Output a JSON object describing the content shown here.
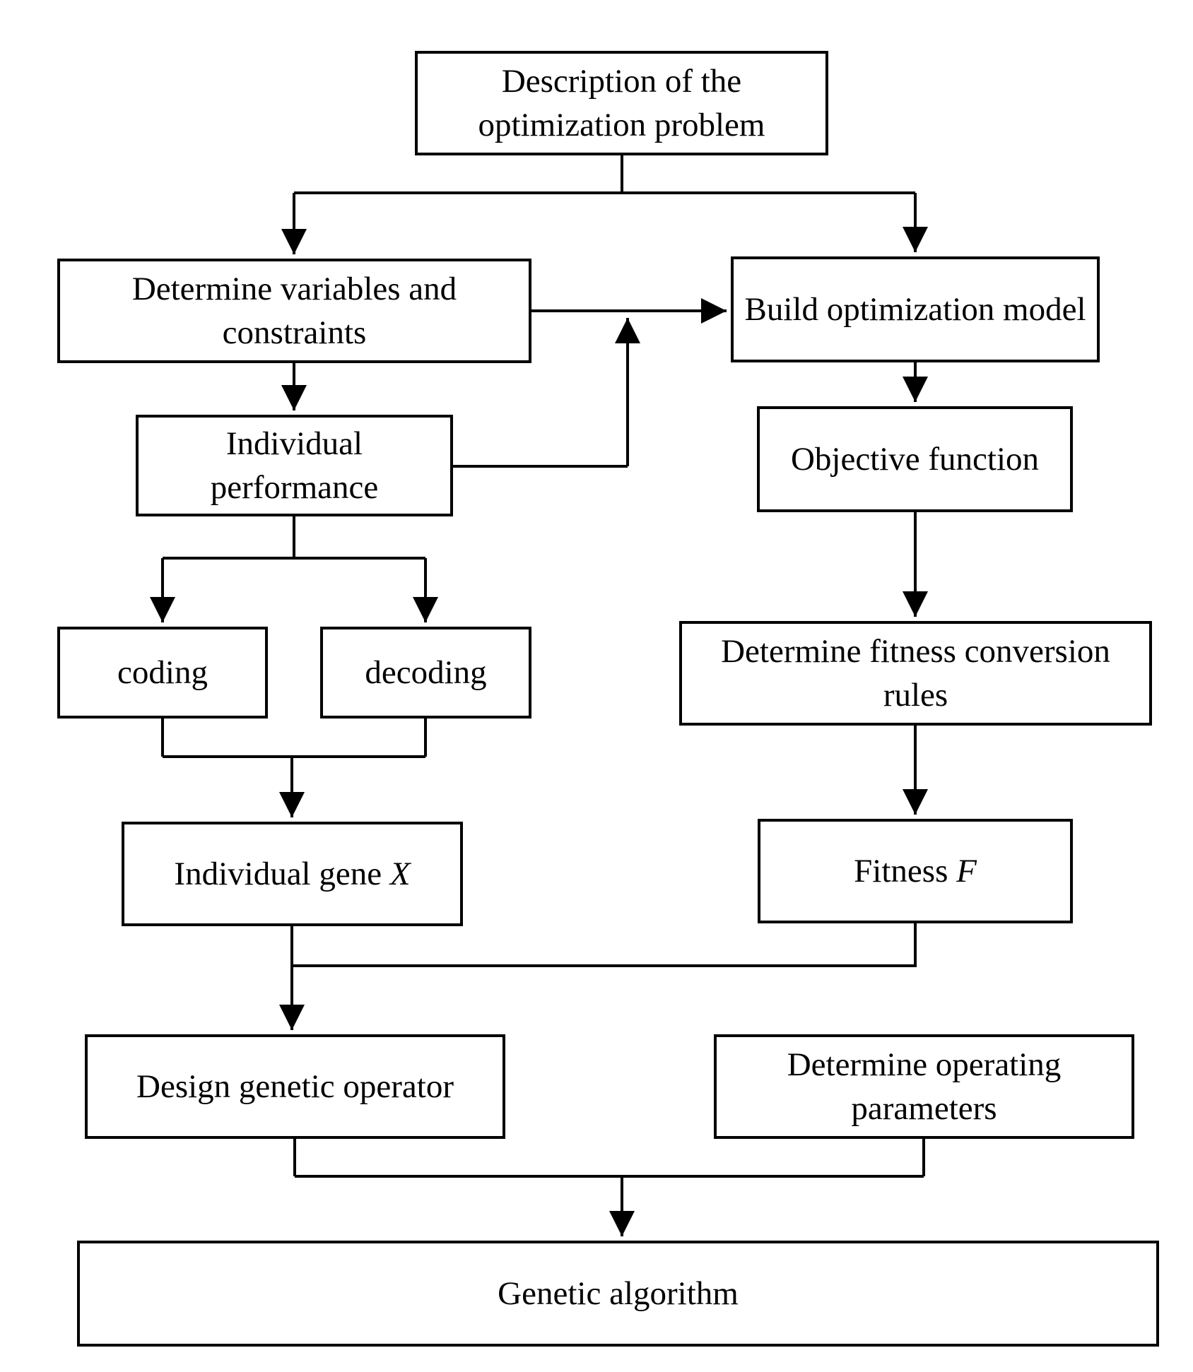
{
  "figure": {
    "type": "flowchart",
    "background_color": "#ffffff",
    "box_fill_color": "#ffffff",
    "box_border_color": "#000000",
    "line_color": "#000000",
    "text_color": "#000000"
  },
  "nodes": {
    "description": {
      "label": "Description of the optimization problem"
    },
    "determine_variables": {
      "label": "Determine variables and constraints"
    },
    "build_model": {
      "label": "Build optimization model"
    },
    "individual_performance": {
      "label": "Individual performance"
    },
    "objective_function": {
      "label": "Objective function"
    },
    "coding": {
      "label": "coding"
    },
    "decoding": {
      "label": "decoding"
    },
    "determine_fitness": {
      "label": "Determine fitness conversion rules"
    },
    "individual_gene": {
      "label": "Individual gene ",
      "variable": "X"
    },
    "fitness": {
      "label": "Fitness ",
      "variable": "F"
    },
    "design_operator": {
      "label": "Design genetic operator"
    },
    "determine_operating": {
      "label": "Determine operating parameters"
    },
    "genetic_algorithm": {
      "label": "Genetic algorithm"
    }
  },
  "edges": [
    "description -> determine_variables",
    "description -> build_model",
    "determine_variables -> build_model",
    "determine_variables -> individual_performance",
    "individual_performance -> build_model (merges into arrow)",
    "build_model -> objective_function",
    "objective_function -> determine_fitness",
    "individual_performance -> coding",
    "individual_performance -> decoding",
    "coding + decoding -> individual_gene",
    "determine_fitness -> fitness",
    "individual_gene + fitness -> design_operator",
    "design_operator + determine_operating -> genetic_algorithm"
  ]
}
